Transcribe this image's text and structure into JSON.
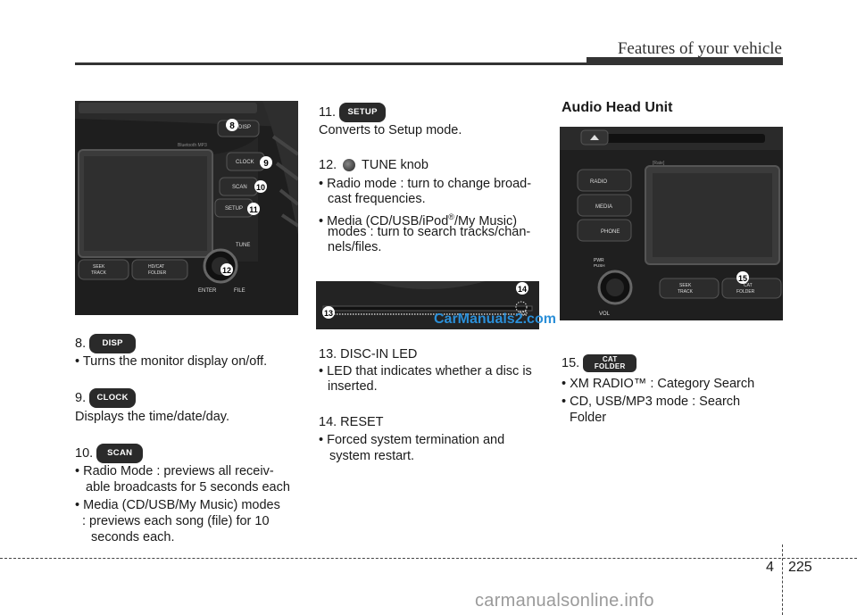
{
  "header": {
    "title": "Features of your vehicle"
  },
  "footer": {
    "chapter": "4",
    "page": "225",
    "watermark": "carmanualsonline.info"
  },
  "overlay": {
    "site": "CarManuals2.com"
  },
  "left_image": {
    "labels": {
      "disp": "DISP",
      "clock": "CLOCK",
      "scan": "SCAN",
      "setup": "SETUP",
      "tune": "TUNE",
      "enter": "ENTER",
      "file": "FILE",
      "seek": "SEEK",
      "track": "TRACK",
      "hdcat": "HD/CAT",
      "folder": "FOLDER",
      "brand": "Bluetooth  MP3"
    },
    "callouts": [
      "8",
      "9",
      "10",
      "11",
      "12"
    ]
  },
  "disc_image": {
    "callouts": [
      "13",
      "14"
    ]
  },
  "right_image": {
    "labels": {
      "radio": "RADIO",
      "media": "MEDIA",
      "phone": "PHONE",
      "pwr": "PWR",
      "push": "PUSH",
      "vol": "VOL",
      "seek": "SEEK",
      "track": "TRACK",
      "cat": "CAT",
      "folder": "FOLDER",
      "brand": "[Rate]"
    },
    "callouts": [
      "15"
    ]
  },
  "col1": {
    "item8": {
      "num": "8.",
      "badge": "DISP",
      "bullet": "Turns the monitor display on/off."
    },
    "item9": {
      "num": "9.",
      "badge": "CLOCK",
      "text": "Displays the time/date/day."
    },
    "item10": {
      "num": "10.",
      "badge": "SCAN",
      "b1_l1": "Radio Mode : previews all receiv-",
      "b1_l2": "able broadcasts for 5 seconds each",
      "b2_l1": "Media (CD/USB/My Music) modes",
      "b2_l2": ": previews each song (file) for 10",
      "b2_l3": "seconds each."
    }
  },
  "col2": {
    "item11": {
      "num": "11.",
      "badge": "SETUP",
      "text": "Converts to Setup mode."
    },
    "item12": {
      "num": "12.",
      "label": "TUNE knob",
      "b1_l1": "Radio mode : turn to change broad-",
      "b1_l2": "cast frequencies.",
      "b2_l1a": "Media (CD/USB/iPod",
      "b2_reg": "®",
      "b2_l1b": "/My Music)",
      "b2_l2": "modes : turn to search tracks/chan-",
      "b2_l3": "nels/files."
    },
    "item13": {
      "title": "13. DISC-IN LED",
      "b1_l1": "LED that indicates whether a disc is",
      "b1_l2": "inserted."
    },
    "item14": {
      "title": "14. RESET",
      "b1_l1": "Forced system termination and",
      "b1_l2": "system restart."
    }
  },
  "col3": {
    "heading": "Audio Head Unit",
    "item15": {
      "num": "15.",
      "badge_top": "CAT",
      "badge_bottom": "FOLDER",
      "b1": "XM RADIO™ : Category Search",
      "b2_l1": "CD, USB/MP3 mode : Search",
      "b2_l2": "Folder"
    }
  }
}
